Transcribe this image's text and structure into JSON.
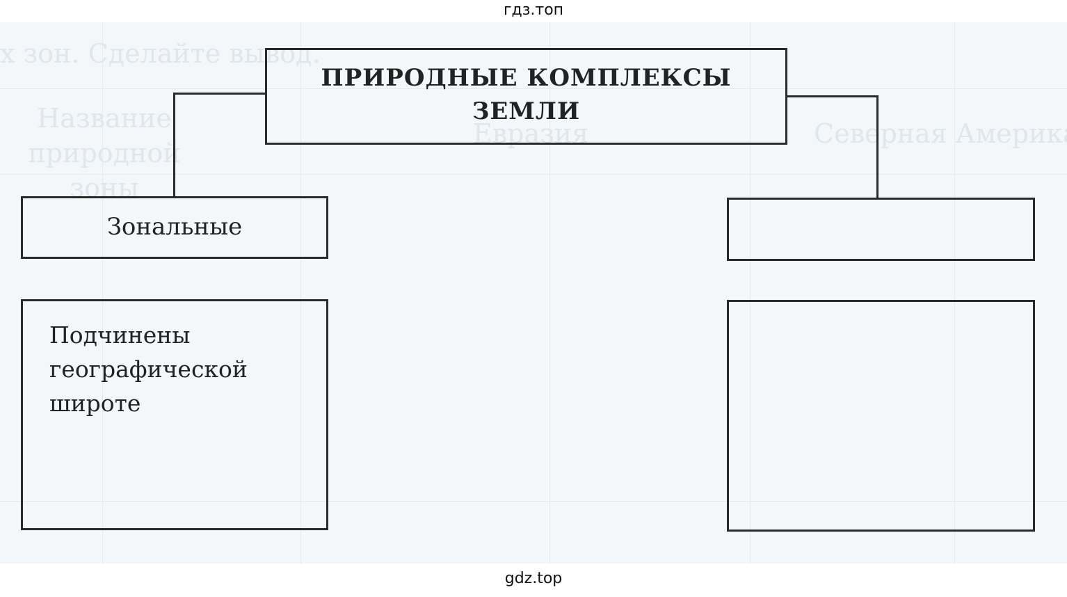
{
  "watermark_top": "гдз.топ",
  "watermark_bottom": "gdz.top",
  "show_through": {
    "line1": "х зон. Сделайте вывод.",
    "col1": "Название природной зоны",
    "col2": "Евразия",
    "col3": "Северная Америка"
  },
  "diagram": {
    "root": "ПРИРОДНЫЕ КОМПЛЕКСЫ ЗЕМЛИ",
    "left": {
      "label": "Зональные",
      "description": "Подчинены географической широте"
    },
    "right": {
      "label": "",
      "description": ""
    }
  }
}
